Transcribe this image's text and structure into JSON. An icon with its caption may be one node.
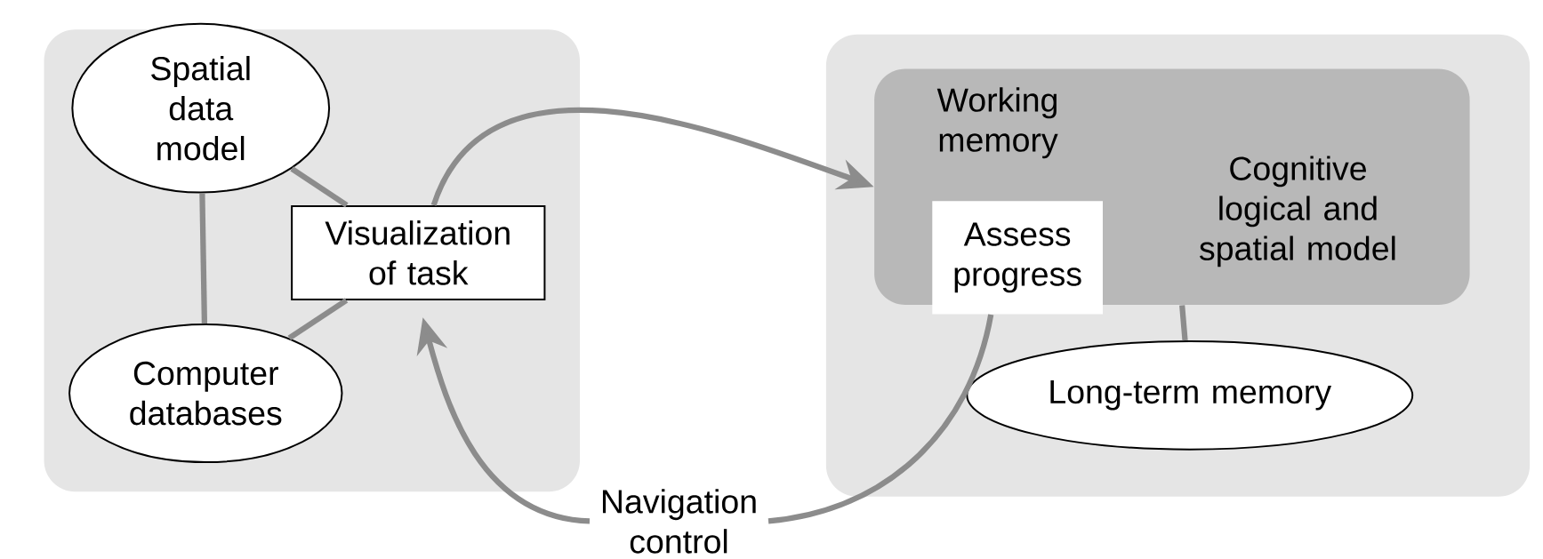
{
  "diagram": {
    "nodes": [
      {
        "text": [],
        "shape": "box"
      },
      {
        "text": [
          "Spatial data model"
        ],
        "in": 0
      },
      {
        "text": [
          "Computer databases"
        ],
        "in": 0
      },
      {
        "text": [
          "Visualization of task"
        ],
        "in": 0
      },
      {
        "text": [],
        "shape": "box"
      },
      {
        "text": [
          "Working memory",
          "Cognitive logical and spatial model"
        ],
        "in": 4
      },
      {
        "text": [
          "Assess progress"
        ],
        "in": 5
      },
      {
        "text": [
          "Long-term memory"
        ],
        "in": 4
      },
      {
        "text": [
          "Navigation control"
        ]
      }
    ],
    "edges": [
      {
        "from": 1,
        "to": 3,
        "arrow": "none"
      },
      {
        "from": 2,
        "to": 3,
        "arrow": "none"
      },
      {
        "from": 1,
        "to": 2,
        "arrow": "none"
      },
      {
        "from": 3,
        "to": 5,
        "arrow": "to"
      },
      {
        "from": 5,
        "to": 7,
        "arrow": "none"
      },
      {
        "from": 6,
        "to": 8,
        "arrow": "none"
      },
      {
        "from": 8,
        "to": 3,
        "arrow": "to"
      }
    ]
  }
}
